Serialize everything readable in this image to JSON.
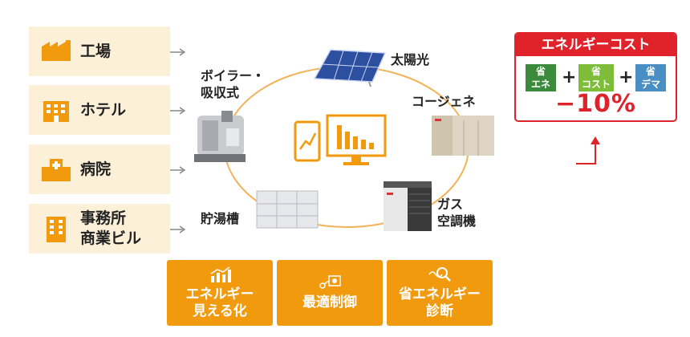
{
  "facilities": [
    {
      "label": "工場",
      "icon": "factory-icon"
    },
    {
      "label": "ホテル",
      "icon": "hotel-icon"
    },
    {
      "label": "病院",
      "icon": "hospital-icon"
    },
    {
      "label": "事務所\n商業ビル",
      "icon": "office-building-icon"
    }
  ],
  "equipment": {
    "boiler": "ボイラー・\n吸収式",
    "solar": "太陽光",
    "cogen": "コージェネ",
    "storage_tank": "貯湯槽",
    "gas_ac": "ガス\n空調機"
  },
  "features": [
    {
      "label": "エネルギー\n見える化",
      "icon": "bar-chart-icon"
    },
    {
      "label": "最適制御",
      "icon": "control-icon"
    },
    {
      "label": "省エネルギー\n診断",
      "icon": "diagnosis-icon"
    }
  ],
  "cost_box": {
    "title": "エネルギーコスト",
    "tiles": [
      {
        "label": "省\nエネ",
        "color": "#3c8b3c"
      },
      {
        "label": "省\nコスト",
        "color": "#7dbd3a"
      },
      {
        "label": "省\nデマ",
        "color": "#4a8fc3"
      }
    ],
    "plus": "+",
    "reduction": "−10%"
  },
  "colors": {
    "accent_orange": "#f19a0e",
    "facility_bg": "#fdf0d8",
    "red": "#e0232b"
  }
}
